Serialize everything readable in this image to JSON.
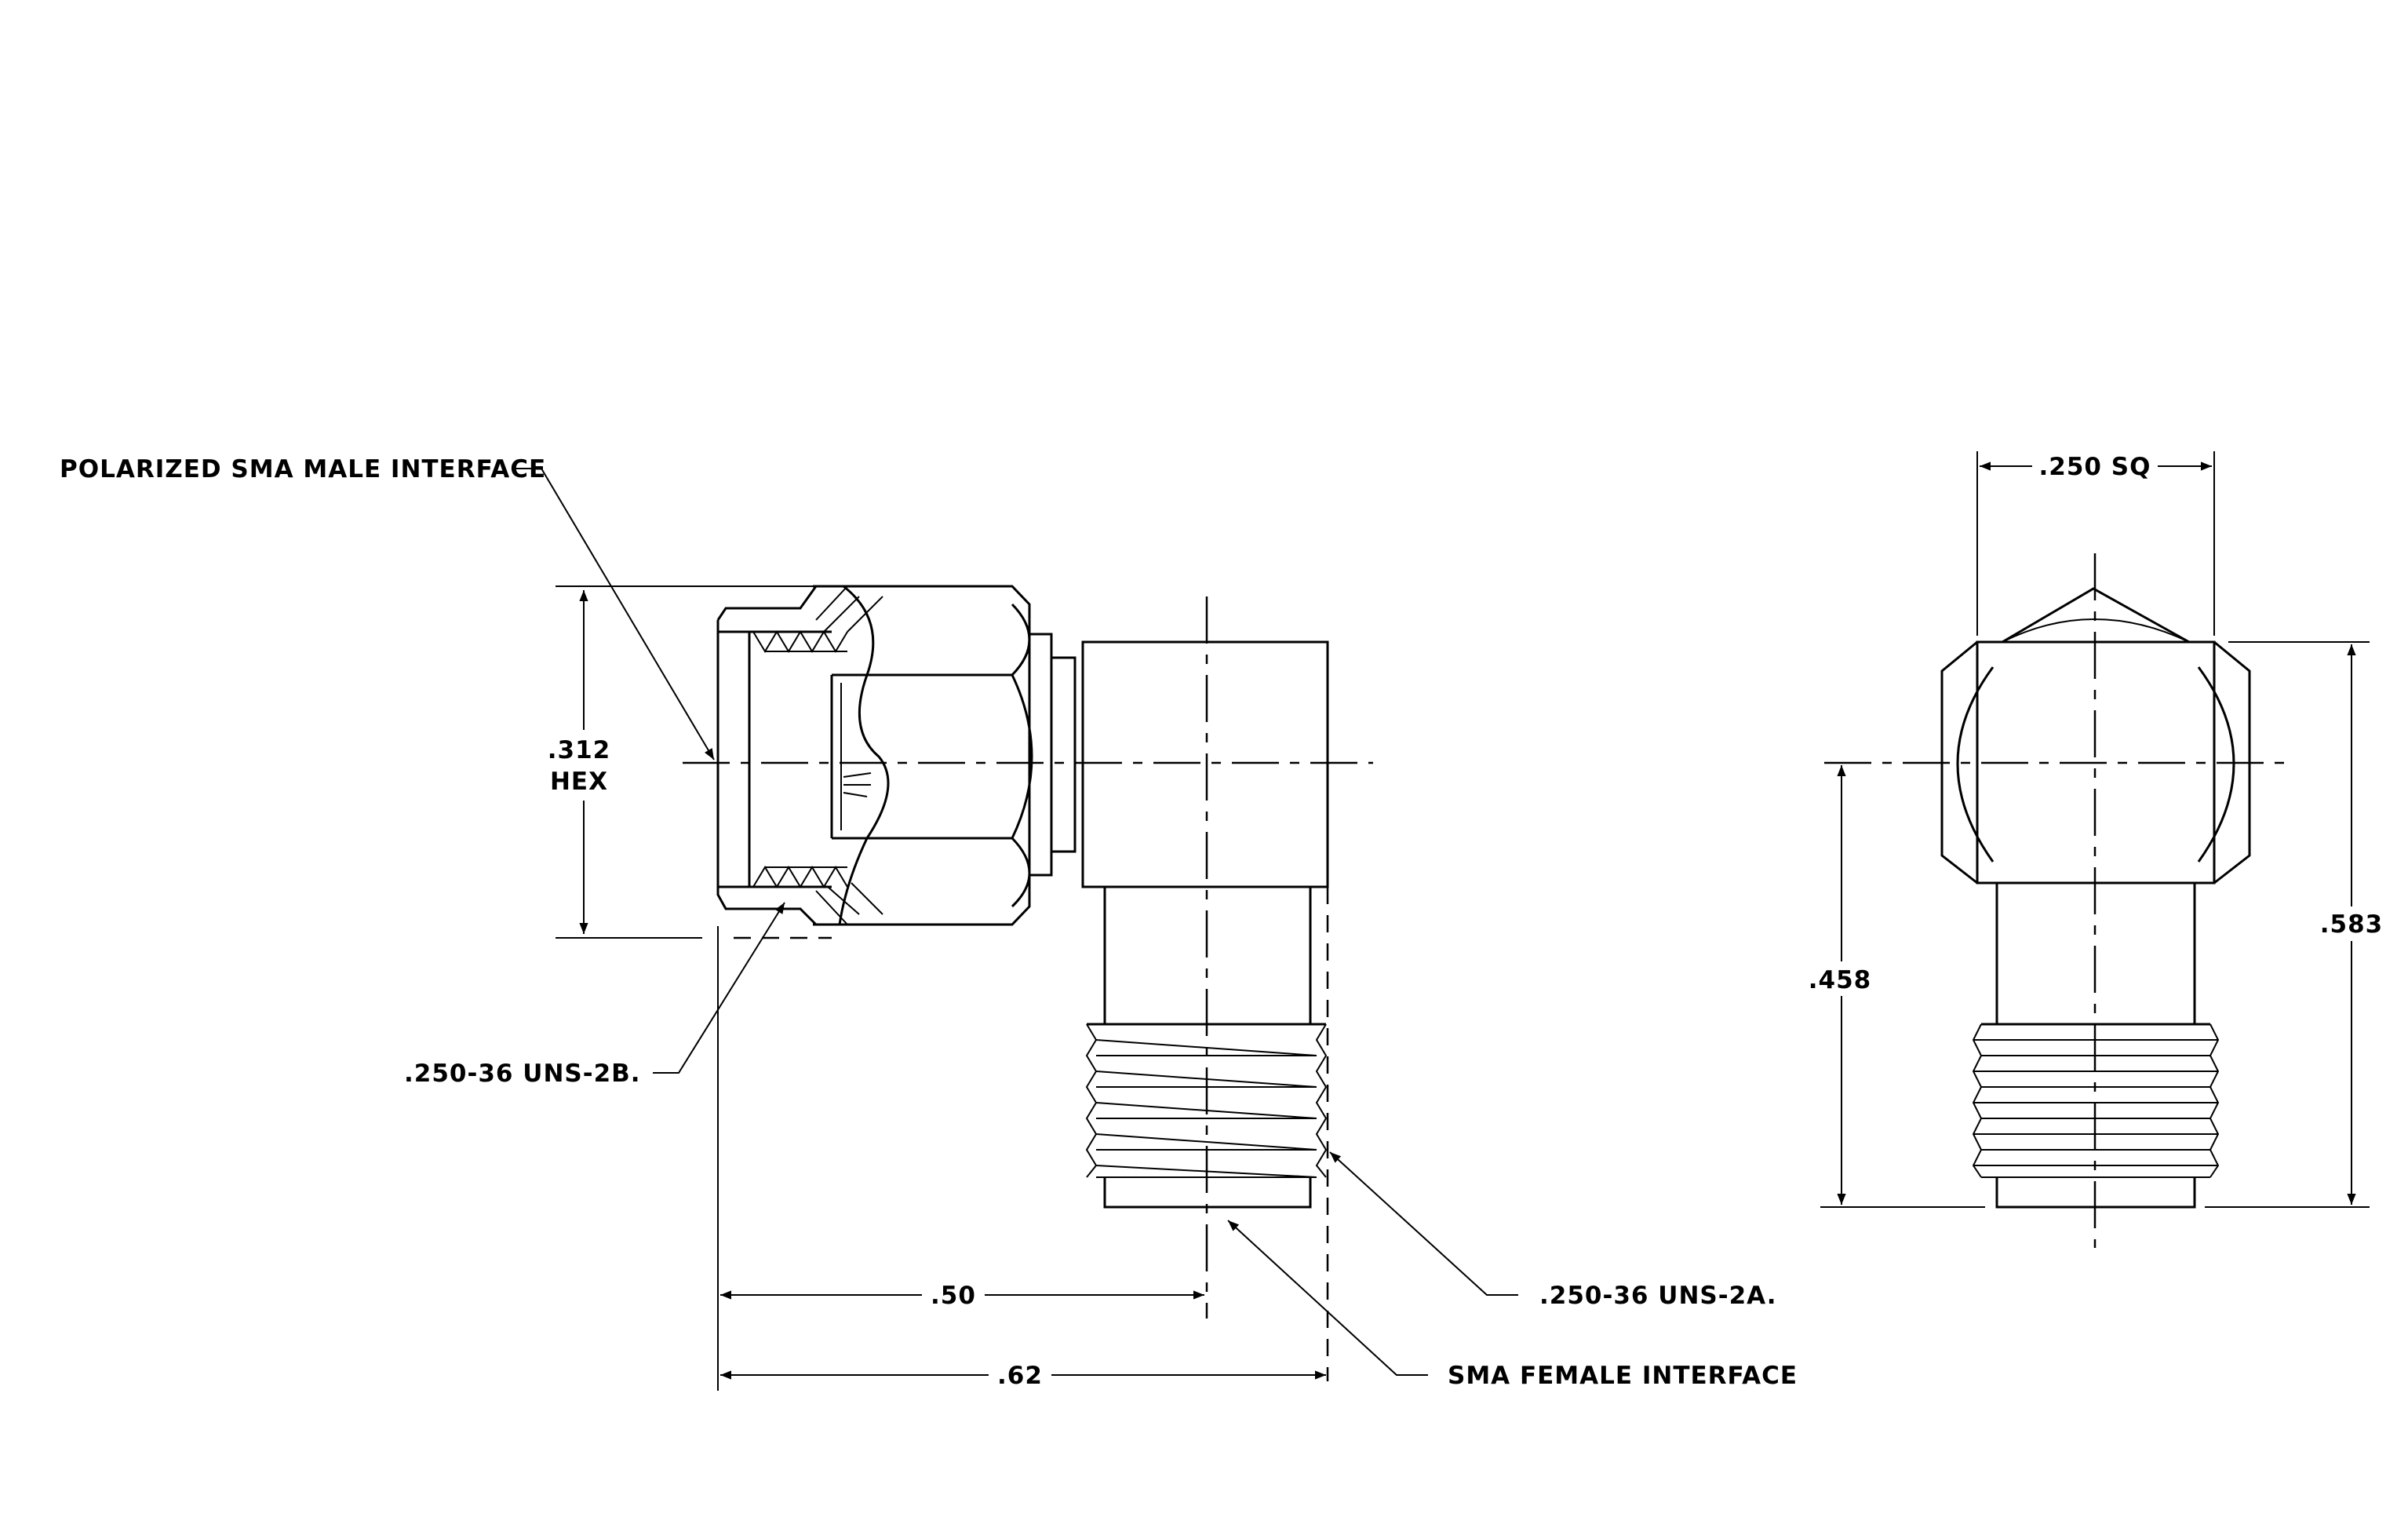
{
  "colors": {
    "ink": "#000000",
    "paper": "#ffffff"
  },
  "labels": {
    "male_interface": "POLARIZED SMA MALE INTERFACE",
    "hex_dim": ".312",
    "hex_word": "HEX",
    "internal_thread": ".250-36 UNS-2B.",
    "dim_050": ".50",
    "dim_062": ".62",
    "external_thread": ".250-36 UNS-2A.",
    "female_interface": "SMA FEMALE INTERFACE",
    "dim_sq": ".250 SQ",
    "dim_458": ".458",
    "dim_583": ".583"
  }
}
